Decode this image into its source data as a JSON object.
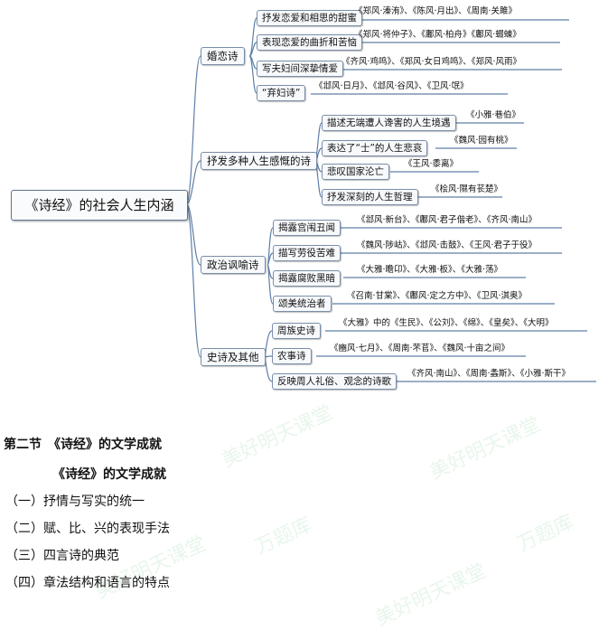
{
  "root": "《诗经》的社会人生内涵",
  "branches": [
    {
      "label": "婚恋诗",
      "children": [
        {
          "label": "抒发恋爱和相思的甜蜜",
          "poems": "《郑风·溱洧》、《陈风·月出》、《周南·关雎》"
        },
        {
          "label": "表现恋爱的曲折和苦恼",
          "poems": "《郑风·将仲子》、《鄘风·柏舟》《鄘风·蝃蝀》"
        },
        {
          "label": "写夫妇间深挚情爱",
          "poems": "《齐风·鸡鸣》、《郑风·女日鸡鸣》、《郑风·风雨》"
        },
        {
          "label": "“弃妇诗”",
          "poems": "《邶风·日月》、《邶风·谷风》、《卫风·氓》"
        }
      ]
    },
    {
      "label": "抒发多种人生感慨的诗",
      "children": [
        {
          "label": "描述无端遭人谗害的人生境遇",
          "poems": "《小雅·巷伯》"
        },
        {
          "label": "表达了“士”的人生悲哀",
          "poems": "《魏风·园有桃》"
        },
        {
          "label": "悲叹国家沦亡",
          "poems": "《王风·黍离》"
        },
        {
          "label": "抒发深刻的人生哲理",
          "poems": "《桧风·隰有苌楚》"
        }
      ]
    },
    {
      "label": "政治讽喻诗",
      "children": [
        {
          "label": "揭露宫闱丑闻",
          "poems": "《邶风·新台》、《鄘风·君子偕老》、《齐风·南山》"
        },
        {
          "label": "描写劳役苦难",
          "poems": "《魏风·陟岵》、《邶风·击鼓》、《王风·君子于役》"
        },
        {
          "label": "揭露腐败黑暗",
          "poems": "《大雅·瞻卬》、《大雅·板》、《大雅·荡》"
        },
        {
          "label": "颂美统治者",
          "poems": "《召南·甘棠》、《鄘风·定之方中》、《卫风·淇奥》"
        }
      ]
    },
    {
      "label": "史诗及其他",
      "children": [
        {
          "label": "周族史诗",
          "poems": "《大雅》中的《生民》、《公刘》、《绵》、《皇矣》、《大明》"
        },
        {
          "label": "农事诗",
          "poems": "《豳风·七月》、《周南·芣苢》、《魏风·十亩之间》"
        },
        {
          "label": "反映周人礼俗、观念的诗歌",
          "poems": "《齐风·南山》、《周南·螽斯》、《小雅·斯干》"
        }
      ]
    }
  ],
  "section_title": "第二节　《诗经》的文学成就",
  "subtitle": "《诗经》的文学成就",
  "items": [
    "（一）抒情与写实的统一",
    "（二）赋、比、兴的表现手法",
    "（三）四言诗的典范",
    "（四）章法结构和语言的特点"
  ],
  "watermarks": [
    "美好明天课堂",
    "万题库"
  ],
  "colors": {
    "connector": "#5f7fa8",
    "box_border": "#7a8ea8"
  }
}
